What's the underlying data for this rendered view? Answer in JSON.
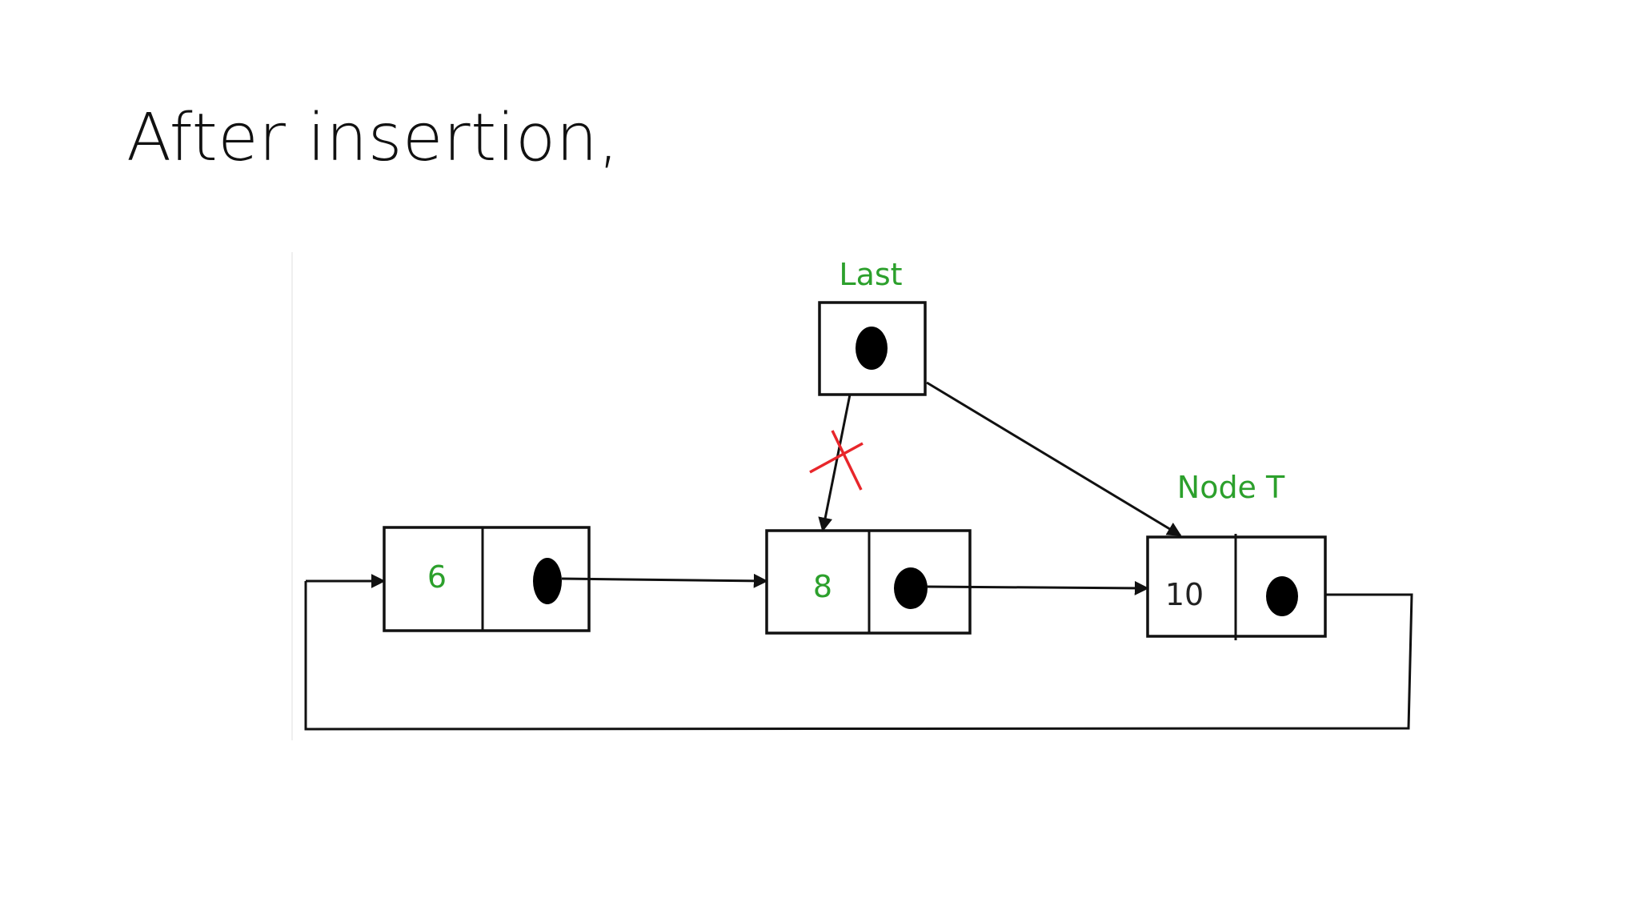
{
  "slide": {
    "title": "After insertion,"
  },
  "diagram": {
    "pointer_label": "Last",
    "new_node_label": "Node T",
    "nodes": [
      {
        "value": "6"
      },
      {
        "value": "8"
      },
      {
        "value": "10"
      }
    ],
    "colors": {
      "label_green": "#2ca02c",
      "value_green": "#2ca02c",
      "value_dark": "#222222",
      "cross_red": "#e8262b",
      "line": "#111111"
    }
  }
}
